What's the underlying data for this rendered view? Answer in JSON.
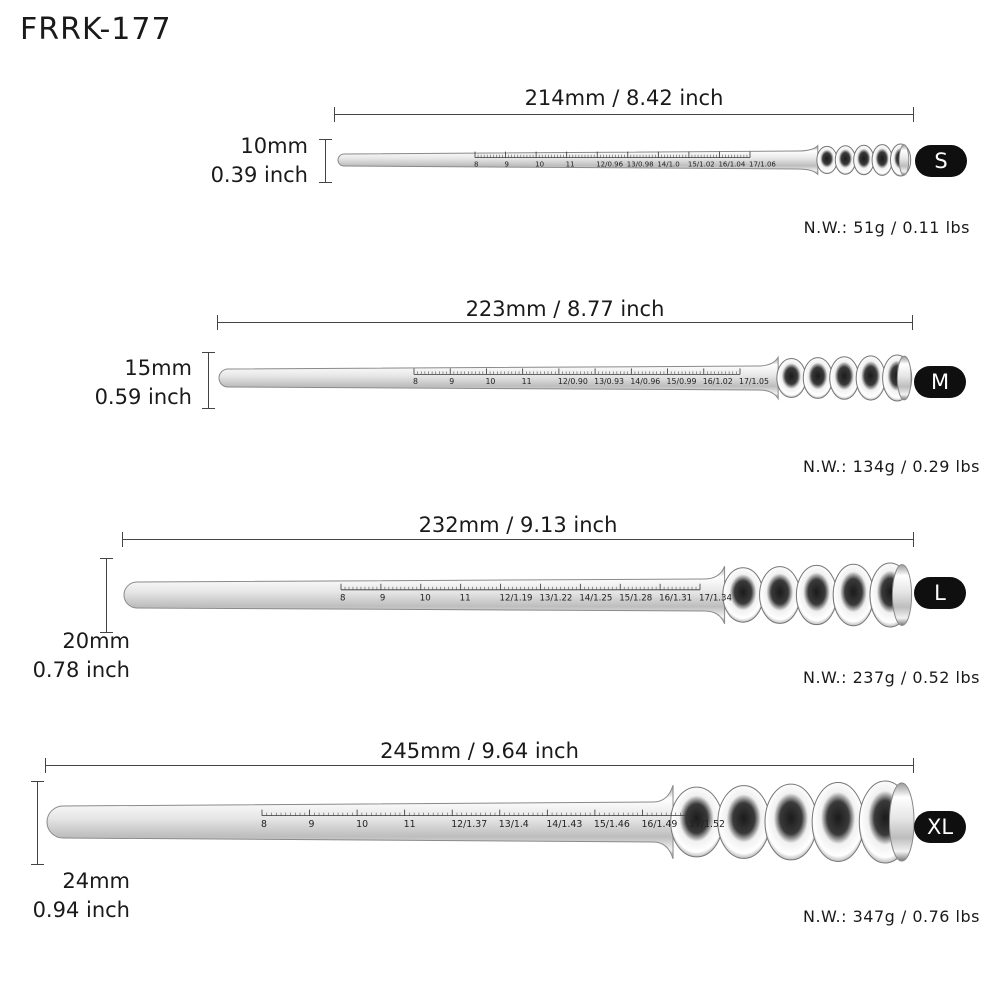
{
  "title": "FRRK-177",
  "items": [
    {
      "size": "S",
      "length": "214mm / 8.42 inch",
      "dia_mm": "10mm",
      "dia_in": "0.39 inch",
      "weight": "N.W.: 51g / 0.11 lbs",
      "scale": [
        "8",
        "9",
        "10",
        "11",
        "12/0.96",
        "13/0.98",
        "14/1.0",
        "15/1.02",
        "16/1.04",
        "17/1.06"
      ]
    },
    {
      "size": "M",
      "length": "223mm / 8.77 inch",
      "dia_mm": "15mm",
      "dia_in": "0.59 inch",
      "weight": "N.W.: 134g / 0.29 lbs",
      "scale": [
        "8",
        "9",
        "10",
        "11",
        "12/0.90",
        "13/0.93",
        "14/0.96",
        "15/0.99",
        "16/1.02",
        "17/1.05"
      ]
    },
    {
      "size": "L",
      "length": "232mm / 9.13 inch",
      "dia_mm": "20mm",
      "dia_in": "0.78 inch",
      "weight": "N.W.: 237g / 0.52 lbs",
      "scale": [
        "8",
        "9",
        "10",
        "11",
        "12/1.19",
        "13/1.22",
        "14/1.25",
        "15/1.28",
        "16/1.31",
        "17/1.34"
      ]
    },
    {
      "size": "XL",
      "length": "245mm / 9.64 inch",
      "dia_mm": "24mm",
      "dia_in": "0.94 inch",
      "weight": "N.W.: 347g / 0.76 lbs",
      "scale": [
        "8",
        "9",
        "10",
        "11",
        "12/1.37",
        "13/1.4",
        "14/1.43",
        "15/1.46",
        "16/1.49",
        "17/1.52"
      ]
    }
  ],
  "colors": {
    "metal_light": "#f7f7f7",
    "metal_dark": "#1e1e1e",
    "badge": "#0f0f0f"
  }
}
